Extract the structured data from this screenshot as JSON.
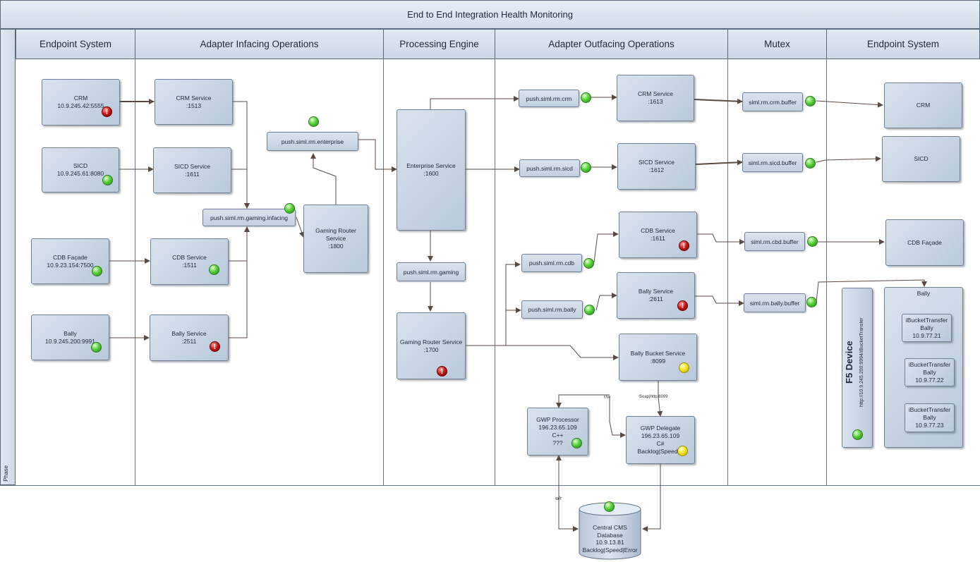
{
  "title": "End to End Integration Health Monitoring",
  "phase_label": "Phase",
  "lanes": [
    {
      "label": "Endpoint System"
    },
    {
      "label": "Adapter Infacing Operations"
    },
    {
      "label": "Processing Engine"
    },
    {
      "label": "Adapter Outfacing Operations"
    },
    {
      "label": "Mutex"
    },
    {
      "label": "Endpoint System"
    }
  ],
  "endpoints_in": [
    {
      "name": "CRM",
      "addr": "10.9.245.42:5555",
      "status": "red"
    },
    {
      "name": "SICD",
      "addr": "10.9.245.61:8080",
      "status": "green"
    },
    {
      "name": "CDB Façade",
      "addr": "10.9.23.154:7500",
      "status": "green"
    },
    {
      "name": "Bally",
      "addr": "10.9.245.200:9991",
      "status": "green"
    }
  ],
  "inbound_services": [
    {
      "name": "CRM Service",
      "port": ":1513",
      "status": ""
    },
    {
      "name": "SICD Service",
      "port": ":1611",
      "status": ""
    },
    {
      "name": "CDB Service",
      "port": ":1511",
      "status": "green"
    },
    {
      "name": "Bally Service",
      "port": ":2511",
      "status": "red"
    }
  ],
  "infacing_queue": {
    "label": "push.siml.rm.gaming.infacing",
    "status": "green"
  },
  "gaming_router_in": {
    "line1": "Gaming Router",
    "line2": "Service",
    "port": ":1800"
  },
  "enterprise_queue": {
    "label": "push.siml.rm.enterprise",
    "status": "green"
  },
  "enterprise_service": {
    "name": "Enterprise Service",
    "port": ":1600"
  },
  "gaming_queue": {
    "label": "push.siml.rm.gaming"
  },
  "gaming_router_service": {
    "name": "Gaming Router Service",
    "port": ":1700",
    "status": "red"
  },
  "out_queues": [
    {
      "label": "push.siml.rm.crm",
      "status": "green"
    },
    {
      "label": "push.siml.rm.sicd",
      "status": "green"
    },
    {
      "label": "push.siml.rm.cdb",
      "status": "green"
    },
    {
      "label": "push.siml.rm.bally",
      "status": "green"
    }
  ],
  "outbound_services": [
    {
      "name": "CRM Service",
      "port": ":1613",
      "status": ""
    },
    {
      "name": "SICD Service",
      "port": ":1612",
      "status": ""
    },
    {
      "name": "CDB Service",
      "port": ":1611",
      "status": "red"
    },
    {
      "name": "Bally Service",
      "port": ":2611",
      "status": "red"
    }
  ],
  "bucket_service": {
    "name": "Bally Bucket Service",
    "port": ":8099",
    "status": "yellow"
  },
  "gwp_processor": {
    "line1": "GWP Processor",
    "line2": "196.23.65.109",
    "line3": "C++",
    "line4": "???",
    "status": "green"
  },
  "gwp_delegate": {
    "line1": "GWP Delegate",
    "line2": "196.23.65.109",
    "line3": "C#",
    "line4": "Backlog|Speed|E",
    "status": "yellow"
  },
  "edge_labels": {
    "rw": "r/w",
    "soap": "Soap|http:8099",
    "wr": "w/r"
  },
  "buffers": [
    {
      "label": "siml.rm.crm.buffer",
      "status": "green"
    },
    {
      "label": "siml.rm.sicd.buffer",
      "status": "green"
    },
    {
      "label": "siml.rm.cbd.buffer",
      "status": "green"
    },
    {
      "label": "siml.rm.bally.buffer",
      "status": "green"
    }
  ],
  "endpoints_out": [
    {
      "name": "CRM"
    },
    {
      "name": "SICD"
    },
    {
      "name": "CDB Façade"
    }
  ],
  "f5_device": {
    "name": "F5 Device",
    "url": "http://10.9.245.200:9994/iBucketTransfer",
    "status": "green"
  },
  "bally_group": {
    "title": "Bally",
    "nodes": [
      {
        "line1": "iBucketTransfer",
        "line2": "Bally",
        "addr": "10.9.77.21"
      },
      {
        "line1": "iBucketTransfer",
        "line2": "Bally",
        "addr": "10.9.77.22"
      },
      {
        "line1": "iBucketTransfer",
        "line2": "Bally",
        "addr": "10.9.77.23"
      }
    ]
  },
  "database": {
    "line1": "Central CMS",
    "line2": "Database",
    "line3": "10.9.13.81",
    "line4": "Backlog|Speed|Error",
    "status": "green"
  },
  "colors": {
    "green": "#3cbf2a",
    "red": "#b40f0f",
    "yellow": "#f2e624",
    "node_fill": "#c5d3e2",
    "line": "#5a4a44"
  }
}
